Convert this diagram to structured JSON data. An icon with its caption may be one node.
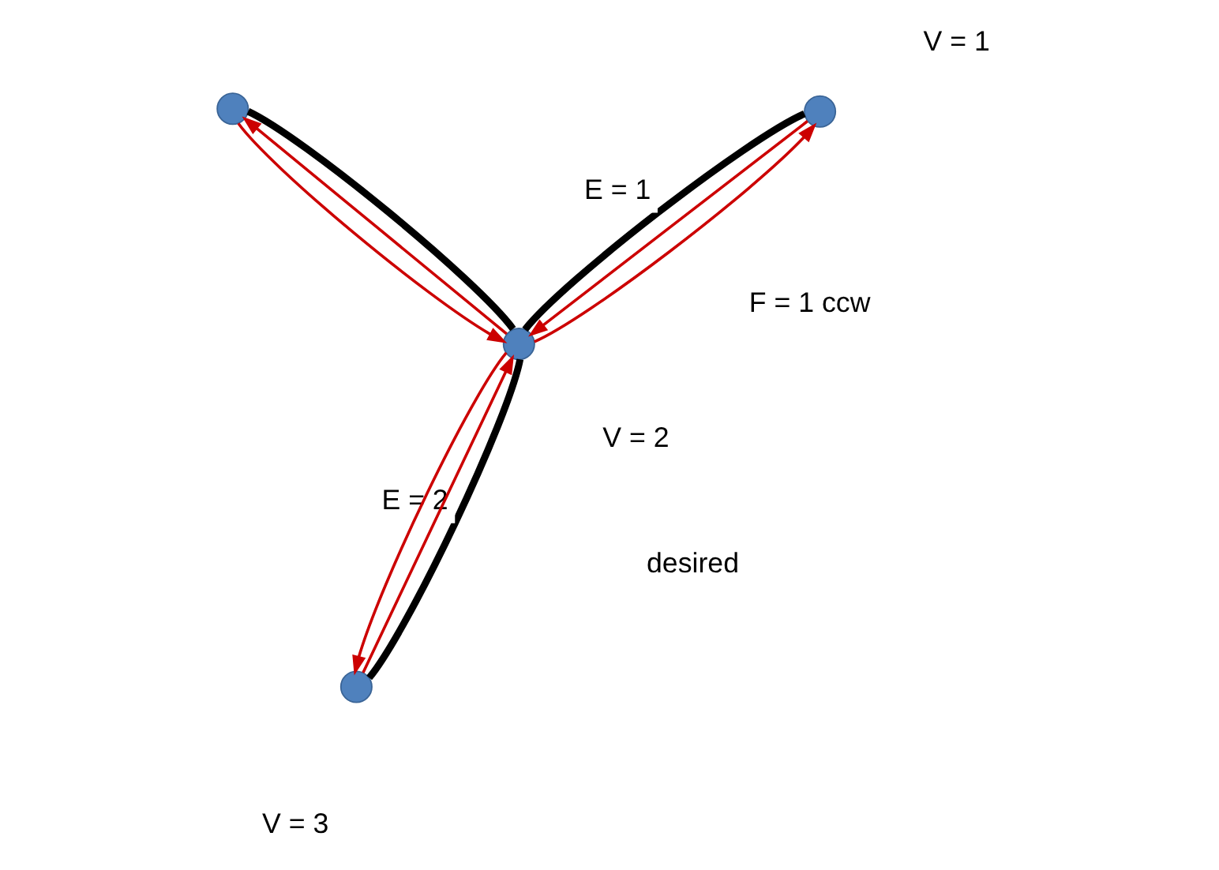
{
  "diagram": {
    "nodes": [
      {
        "text": [],
        "shape": "circle"
      },
      {
        "text": [],
        "shape": "circle",
        "beside": [
          "V = 2"
        ]
      },
      {
        "text": [],
        "shape": "circle",
        "beside": [
          "V = 1"
        ]
      },
      {
        "text": [],
        "shape": "circle",
        "beside": [
          "V = 3"
        ]
      }
    ],
    "edges": [
      {
        "from": 0,
        "to": 1,
        "arrow": "none",
        "style": "thick",
        "color": "#000000"
      },
      {
        "from": 1,
        "to": 2,
        "arrow": "none",
        "style": "thick",
        "color": "#000000",
        "label": "E = 1"
      },
      {
        "from": 1,
        "to": 3,
        "arrow": "none",
        "style": "thick",
        "color": "#000000",
        "label": "E = 2"
      },
      {
        "from": 1,
        "to": 0,
        "arrow": "to"
      },
      {
        "from": 0,
        "to": 1,
        "arrow": "to"
      },
      {
        "from": 2,
        "to": 1,
        "arrow": "to"
      },
      {
        "from": 1,
        "to": 2,
        "arrow": "to"
      },
      {
        "from": 3,
        "to": 1,
        "arrow": "to"
      },
      {
        "from": 1,
        "to": 3,
        "arrow": "to"
      }
    ],
    "labels": [
      "F = 1 ccw",
      "desired"
    ]
  }
}
